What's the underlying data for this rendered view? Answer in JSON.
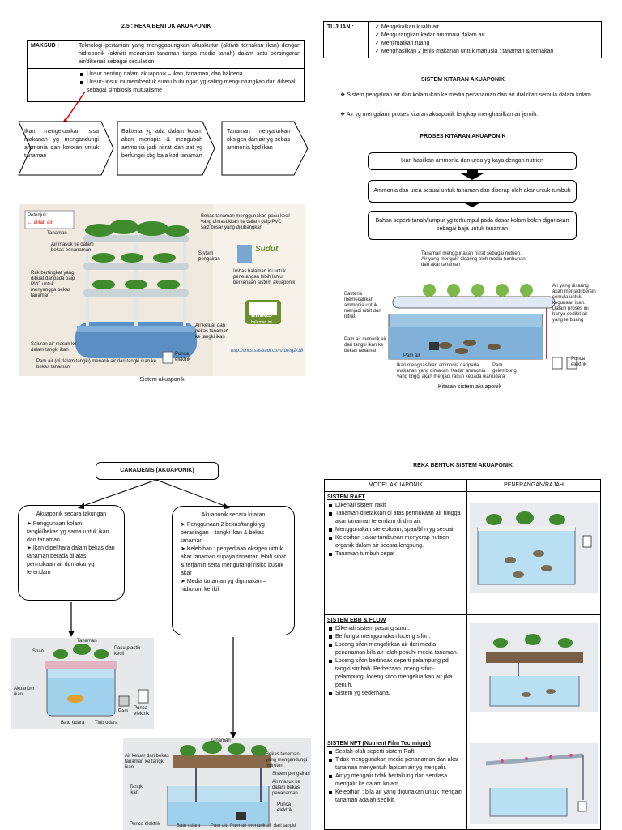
{
  "section_title": "2.5 : REKA BENTUK AKUAPONIK",
  "maksud": {
    "label": "MAKSUD :",
    "definition": "Teknologi pertanian yang menggabungkan akuakultur (aktiviti ternakan ikan) dengan hidroponik (aktiviti menanam tanaman tanpa media tanah) dalam satu persingaran air/dikenali sebagai circulation.",
    "bullet1": "Unsur penting dalam akuaponik – ikan, tanaman, dan bakteria",
    "bullet2": "Unsur-unsur ini membentuk suatu hubungan yg saling menguntungkan dan dikenali sebagai simbiosis mutualisme"
  },
  "chevrons": [
    "Ikan mengeluarkan sisa makanan yg mengandungi ammonia dan kotoran untuk tanaman",
    "Bakteria yg ada dalam kolam akan menapis & mengubah ammonia jadi nitrat dan zat yg berfungsi sbg baja kpd tanaman",
    "Tanaman menyalurkan oksigen dan air yg bebas ammonia kpd ikan"
  ],
  "photo1": {
    "caption": "Sistem akuaponik",
    "petunjuk": "Petunjuk:",
    "aliran": "← aliran air",
    "labels": [
      "Tanaman",
      "Air masuk ke dalam bekas penanaman",
      "Rak bertingkat yang dibuat daripada paip PVC untuk menyangga bekas tanaman",
      "Saluran air masuk ke dalam tangki ikan",
      "Pam air (di dalam tangki) menarik air dari tangki ikan ke bekas tanaman",
      "Bekas tanaman menggunakan pasu kecil yang dimasukkan ke dalam paip PVC saiz besar yang dilubangkan",
      "Sistem pengairan",
      "Air keluar dan bekas tanaman ke tangki ikan",
      "Punca elektrik"
    ],
    "imbas_text": "Imbas halaman ini untuk penerangan lebih lanjut berkenaan sistem akuaponik",
    "imbas_logo": "Imbas",
    "imbas_sub": "halaman ini",
    "sudut": "Sudut",
    "url": "http://links.sasbadi.com/tbt/tg2/18"
  },
  "tujuan": {
    "label": "TUJUAN :",
    "items": [
      "Mengekalkan kualiti air",
      "Mengurangkan kadar ammonia dalam air",
      "Menjimatkan ruang",
      "Menghasilkan 2 jenis makanan untuk manusia : tanaman & ternakan"
    ]
  },
  "kitaran": {
    "title": "SISTEM KITARAN AKUAPONIK",
    "points": [
      "Sistem pengaliran air dari kolam ikan ke media penanaman dan air dialirkan semula dalam kolam.",
      "Air yg mengalami proses kitaran akuaponik lengkap menghasilkan air jernih."
    ]
  },
  "proses": {
    "title": "PROSES KITARAN AKUAPONIK",
    "steps": [
      "Ikan hasilkan ammonia dan urea yg kaya dengan nutrien",
      "Ammonia dan urea sesuai untuk tanaman dan diserap oleh akar untuk tumbuh",
      "Bahan seperti tanah/lumpur yg terkumpul pada dasar kolam boleh digunakan sebagai baja untuk tanaman"
    ]
  },
  "photo2": {
    "caption": "Kitaran sistem akuaponik",
    "labels": [
      "Tanaman menggunakan nitrat sebagai nutrien. Air yang mengalir disaring oleh media tumbuhan dan akar tanaman",
      "Bakteria memecahkan ammonia untuk menjadi nitrit dan nitrat",
      "Air yang disaring akan menjadi bersih semula untuk kegunaan ikan. Dalam proses ini hanya sedikit air yang terbuang",
      "Pam air menarik air dari tangki ikan ke bekas tanaman",
      "Pam air",
      "Ikan menghasilkan ammonia daripada makanan yang dimakan. Kadar ammonia yang tinggi akan menjadi racun kepada ikan",
      "Pam gelembung udara",
      "Punca elektrik"
    ]
  },
  "cara": {
    "title": "CARA/JENIS (AKUAPONIK)",
    "left_title": "Akuaponik secara takungan",
    "left_items": [
      "Penggunaan kolam, tangki/bekas yg sama untuk ikan dan tanaman",
      "Ikan dipelihara dalam bekas dan tanaman berada di atas permukaan air dgn akar yg terendam"
    ],
    "right_title": "Akuaponik secara kitaran",
    "right_items": [
      "Penggunaan 2 bekas/tangki yg berasingan – tangki ikan & bekas tanaman",
      "Kelebihan : penyediaan oksigen untuk akar tanaman supaya tanaman lebih sihat & terjamin serta mengurangi risiko busuk akar",
      "Media tanaman yg digunakan – hidroton, kerikil"
    ]
  },
  "photo3": {
    "labels": [
      "Tanaman",
      "Span",
      "Pasu plastik kecil",
      "Akuarium ikan",
      "Pam",
      "Punca elektrik",
      "Batu udara",
      "Tiub udara"
    ]
  },
  "photo4": {
    "labels": [
      "Tanaman",
      "Air keluar dari bekas tanaman ke tangki ikan",
      "Bekas tanaman yang mengandungi hidroton",
      "Sistem pengairan",
      "Air masuk ke dalam bekas penanaman",
      "Tangki ikan",
      "Punca elektrik",
      "Punca elektrik",
      "Batu udara",
      "Pam air",
      "Pam air menarik air dari tangki"
    ]
  },
  "reka": {
    "title": "REKA BENTUK SISTEM AKUAPONIK",
    "col1": "MODEL AKUAPONIK",
    "col2": "PENERANGAN/RAJAH",
    "rows": [
      {
        "name": "SISTEM RAFT",
        "items": [
          "Dikenali sistem rakit",
          "Tanaman diletakkan di atas permukaan air hingga akar tanaman terendam di dlm air.",
          "Menggunakan stereofoam, span/bhn yg sesuai.",
          "Kelebihan : akar tumbuhan menyerap nutrien organik dalam air secara langsung.",
          "Tanaman tumbuh cepat"
        ]
      },
      {
        "name": "SISTEM EBB & FLOW",
        "items": [
          "Dikenali sistem pasang surut.",
          "Berfungsi menggunakan loceng sifon.",
          "Loceng sifon mengalirkan air dari media penanaman bila air telah penuhi media tanaman.",
          "Loceng sifon bertindak seperti pelampung pd tangki simbah. Perbezaan loceng sifon-pelampung, loceng sifon mengeluarkan air jika penuh.",
          "Sistem yg sederhana."
        ]
      },
      {
        "name": "SISTEM NFT (Nutrient Film Technique)",
        "items": [
          "Seolah-olah seperti sistem Raft.",
          "Tidak menggunakan media penanaman dan akar tanaman menyentuh lapisan air yg mengalir.",
          "Air yg mengalir tidak bertakung dan sentiasa mengalir ke dalam kolam",
          "Kelebihan : bila air yang digunakan untuk mengairi tanaman adalah sedikit."
        ]
      }
    ]
  }
}
